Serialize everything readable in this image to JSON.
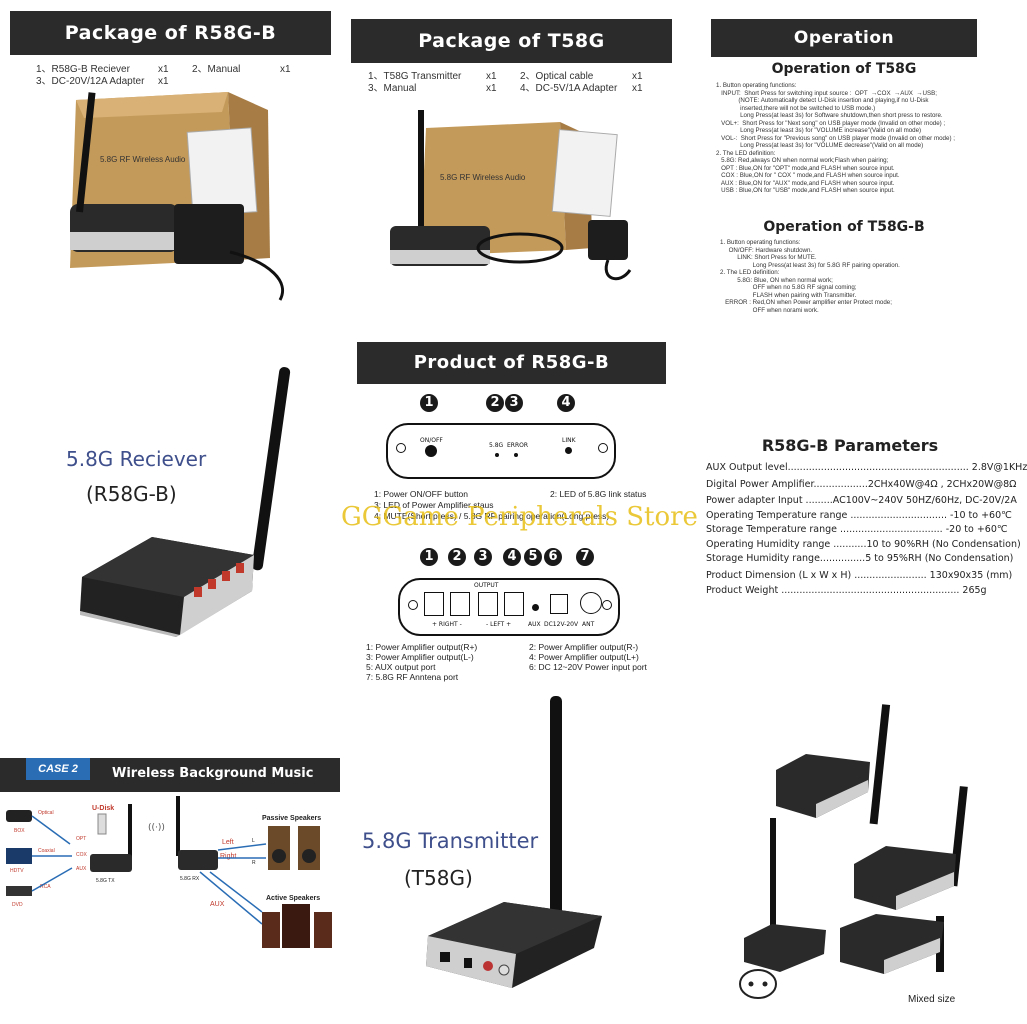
{
  "pkg_r58gb": {
    "title": "Package of R58G-B",
    "items": [
      "1、R58G-B Reciever",
      "x1",
      "2、Manual",
      "x1",
      "3、DC-20V/12A Adapter",
      "x1"
    ],
    "box_label": "5.8G RF Wireless Audio"
  },
  "pkg_t58g": {
    "title": "Package of T58G",
    "items": [
      "1、T58G Transmitter",
      "x1",
      "2、Optical cable",
      "x1",
      "3、Manual",
      "x1",
      "4、DC-5V/1A Adapter",
      "x1"
    ],
    "box_label": "5.8G RF Wireless Audio"
  },
  "operation": {
    "title": "Operation",
    "t58g_title": "Operation of T58G",
    "t58g_text": "1. Button operating functions:\n   INPUT:  Short Press for switching input source :  OPT  →COX  →AUX  →USB;\n             (NOTE: Automatically detect U-Disk insertion and playing,if no U-Disk\n              inserted,there will not be switched to USB mode.)\n              Long Press(at least 3s) for Software shutdown,then short press to restore.\n   VOL+:  Short Press for \"Next song\" on USB player mode (Invalid on other mode) ;\n              Long Press(at least 3s) for \"VOLUME increase\"(Valid on all mode)\n   VOL-:  Short Press for \"Previous song\" on USB player mode (Invalid on other mode) ;\n              Long Press(at least 3s) for \"VOLUME decrease\"(Valid on all mode)\n2. The LED definition:\n   5.8G: Red,always ON when normal work;Flash when pairing;\n   OPT : Blue,ON for \"OPT\" mode,and FLASH when source input.\n   COX : Blue,ON for \" COX \" mode,and FLASH when source input.\n   AUX : Blue,ON for \"AUX\" mode,and FLASH when source input.\n   USB : Blue,ON for \"USB\" mode,and FLASH when source input.",
    "t58gb_title": "Operation of T58G-B",
    "t58gb_text": "1. Button operating functions:\n     ON/OFF: Hardware shutdown.\n          LINK: Short Press for MUTE.\n                   Long Press(at least 3s) for 5.8G RF pairing operation.\n2. The LED definition:\n          5.8G: Blue, ON when normal work;\n                   OFF when no 5.8G RF signal coming;\n                   FLASH when pairing with Transmitter.\n   ERROR : Red,ON when Power amplifier enter Protect mode;\n                   OFF when norami work."
  },
  "receiver": {
    "caption_line1": "5.8G Reciever",
    "caption_line2": "(R58G-B)"
  },
  "product": {
    "title": "Product of  R58G-B",
    "front_nums": [
      "1",
      "2",
      "3",
      "4"
    ],
    "front_labels": [
      "ON/OFF",
      "5.8G",
      "ERROR",
      "LINK"
    ],
    "front_desc": [
      "1:  Power ON/OFF button",
      "2:  LED of 5.8G link status",
      "3:  LED of Power Amplifier staus",
      "4:  MUTE(Short press) / 5.8G RF pairing operation(Long press)"
    ],
    "rear_nums": [
      "1",
      "2",
      "3",
      "4",
      "5",
      "6",
      "7"
    ],
    "rear_labels": [
      "OUTPUT",
      "+ RIGHT -",
      "- LEFT +",
      "AUX",
      "DC12V-20V",
      "ANT"
    ],
    "rear_desc": [
      "1:  Power Amplifier output(R+)",
      "2:  Power Amplifier output(R-)",
      "3:  Power Amplifier output(L-)",
      "4:  Power Amplifier output(L+)",
      "5:  AUX output port",
      "6:  DC 12~20V Power input port",
      "7:  5.8G RF Anntena port"
    ]
  },
  "watermark": "GGGame Peripherals Store",
  "params": {
    "title": "R58G-B Parameters",
    "rows": [
      "AUX Output level............................................................ 2.8V@1KHz",
      "Digital Power Amplifier..................2CHx40W@4Ω , 2CHx20W@8Ω",
      "Power adapter  Input .........AC100V~240V 50HZ/60Hz, DC-20V/2A",
      "Operating Temperature range ................................ -10 to +60℃",
      "Storage Temperature range .................................. -20 to +60℃",
      "Operating Humidity range ...........10 to 90%RH (No Condensation)",
      "Storage Humidity range...............5 to 95%RH (No Condensation)",
      "Product Dimension (L x W x H) ........................ 130x90x35 (mm)",
      "Product Weight ........................................................... 265g"
    ]
  },
  "case2": {
    "badge": "CASE 2",
    "title": "Wireless Background Music",
    "labels": {
      "box": "BOX",
      "hdtv": "HDTV",
      "dvd": "DVD",
      "optical": "Optical",
      "coaxial": "Coaxial",
      "rca": "RCA",
      "udisk": "U-Disk",
      "opt": "OPT",
      "cox": "COX",
      "aux_in": "AUX",
      "tx": "5.8G TX",
      "rx": "5.8G RX",
      "left": "Left",
      "right": "Right",
      "l": "L",
      "r": "R",
      "aux_out": "AUX",
      "passive": "Passive Speakers",
      "active": "Active Speakers"
    }
  },
  "transmitter": {
    "caption_line1": "5.8G Transmitter",
    "caption_line2": "(T58G)"
  },
  "mixed": {
    "caption": "Mixed size"
  },
  "colors": {
    "banner": "#2b2b2b",
    "caption_blue": "#3e4f8c",
    "case_badge": "#2a6db5",
    "link_red": "#c0392b",
    "watermark": "#e6be14"
  }
}
